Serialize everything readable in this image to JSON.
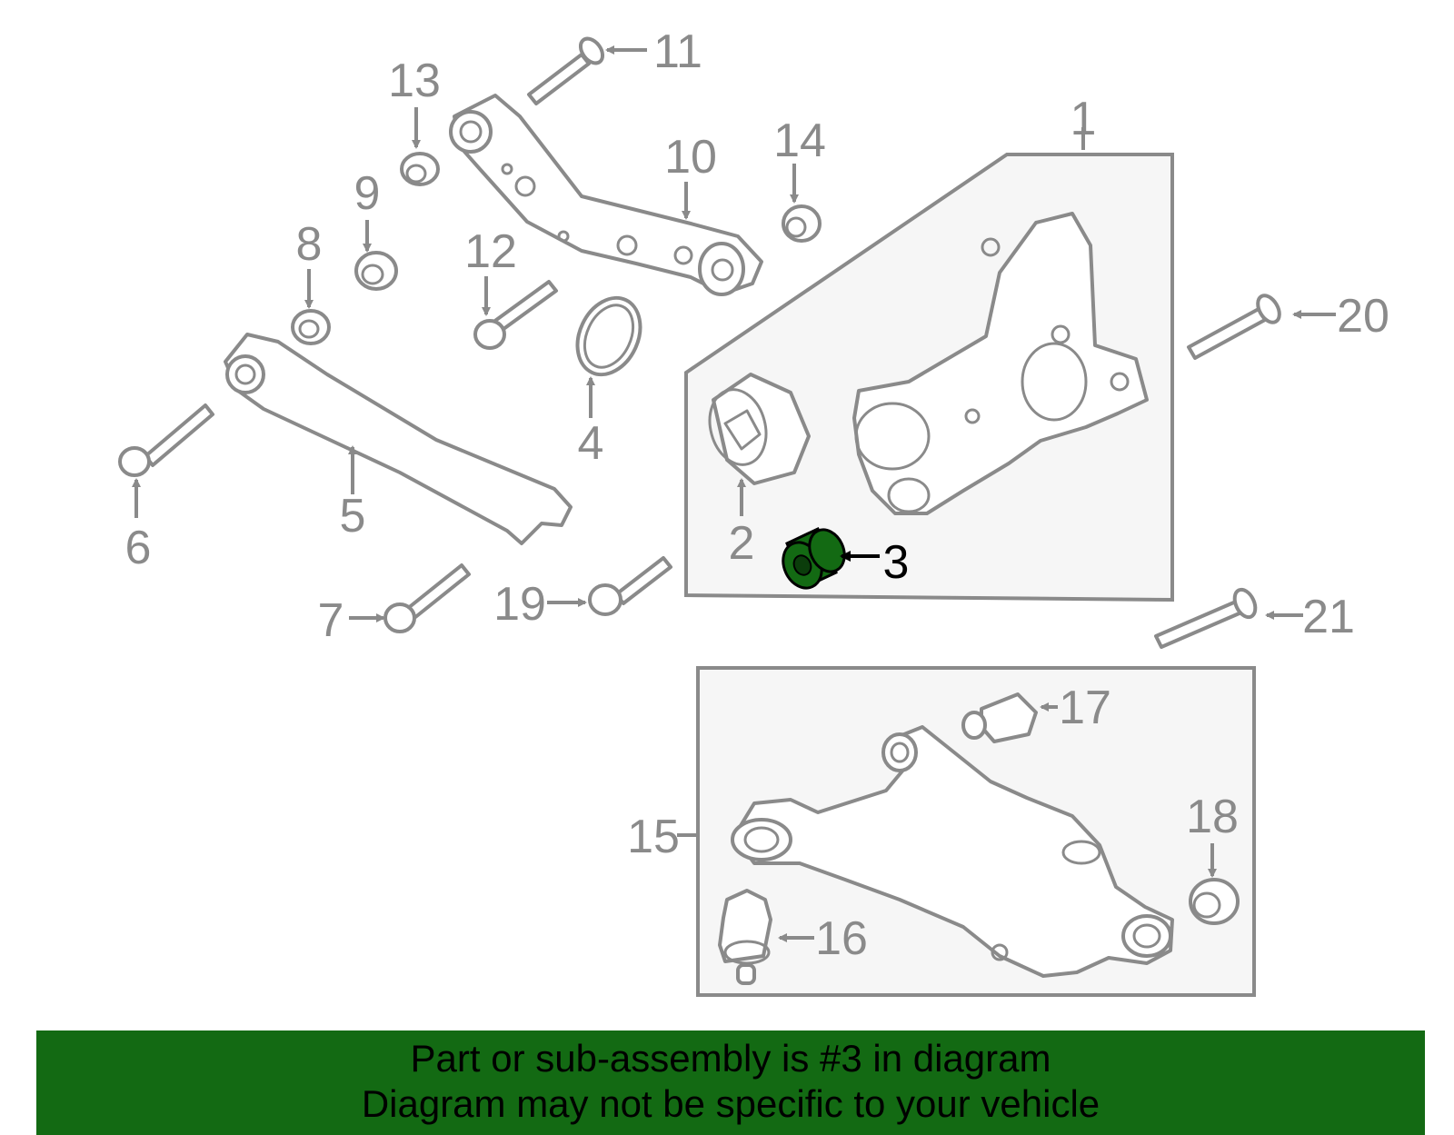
{
  "diagram": {
    "highlight_color": "#136a13",
    "highlighted_part": "3",
    "callouts": [
      {
        "id": "1",
        "text": "1"
      },
      {
        "id": "2",
        "text": "2"
      },
      {
        "id": "3",
        "text": "3"
      },
      {
        "id": "4",
        "text": "4"
      },
      {
        "id": "5",
        "text": "5"
      },
      {
        "id": "6",
        "text": "6"
      },
      {
        "id": "7",
        "text": "7"
      },
      {
        "id": "8",
        "text": "8"
      },
      {
        "id": "9",
        "text": "9"
      },
      {
        "id": "10",
        "text": "10"
      },
      {
        "id": "11",
        "text": "11"
      },
      {
        "id": "12",
        "text": "12"
      },
      {
        "id": "13",
        "text": "13"
      },
      {
        "id": "14",
        "text": "14"
      },
      {
        "id": "15",
        "text": "15"
      },
      {
        "id": "16",
        "text": "16"
      },
      {
        "id": "17",
        "text": "17"
      },
      {
        "id": "18",
        "text": "18"
      },
      {
        "id": "19",
        "text": "19"
      },
      {
        "id": "20",
        "text": "20"
      },
      {
        "id": "21",
        "text": "21"
      }
    ]
  },
  "footer": {
    "line1": "Part or sub-assembly is #3 in diagram",
    "line2": "Diagram may not be specific to your vehicle",
    "background": "#136a13"
  }
}
